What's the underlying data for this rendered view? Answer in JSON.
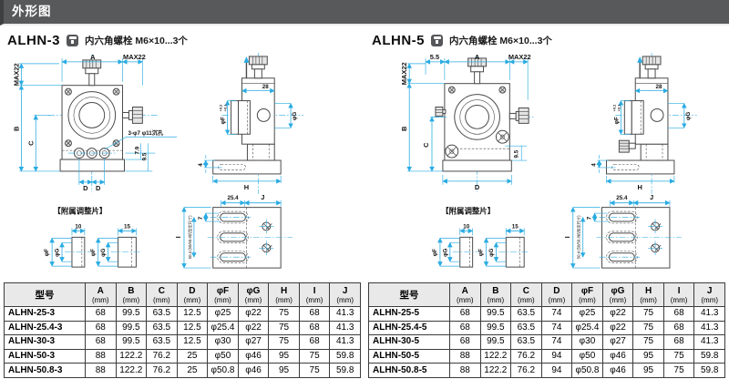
{
  "header": {
    "title": "外形图"
  },
  "unit_label": "(mm)",
  "panels": [
    {
      "title": "ALHN-3",
      "bolt_note": "内六角螺栓 M6×10...3个",
      "front": {
        "a": "A",
        "max22_top": "MAX22",
        "max22_left": "MAX22",
        "b": "B",
        "c": "C",
        "d1": "D",
        "d2": "D",
        "hole_note": "3-φ7 φ11沉孔",
        "d79": "7.9",
        "d95": "9.5"
      },
      "side": {
        "d28": "28",
        "f": "φF",
        "f_tol_u": "+0.2",
        "f_tol_l": "+0.1",
        "g": "φG",
        "d4": "4",
        "h": "H"
      },
      "bottom": {
        "d254": "25.4",
        "j": "J",
        "i": "I",
        "d7": "7",
        "note": "50.4 (50/50.8机型定尺寸)"
      },
      "shims": {
        "title": "【附属调整片】",
        "w1": "10",
        "w2": "15",
        "f": "φF",
        "g": "φG"
      },
      "table": {
        "model_header": "型号",
        "columns": [
          "A",
          "B",
          "C",
          "D",
          "φF",
          "φG",
          "H",
          "I",
          "J"
        ],
        "rows": [
          {
            "model": "ALHN-25-3",
            "values": [
              "68",
              "99.5",
              "63.5",
              "12.5",
              "φ25",
              "φ22",
              "75",
              "68",
              "41.3"
            ]
          },
          {
            "model": "ALHN-25.4-3",
            "values": [
              "68",
              "99.5",
              "63.5",
              "12.5",
              "φ25.4",
              "φ22",
              "75",
              "68",
              "41.3"
            ]
          },
          {
            "model": "ALHN-30-3",
            "values": [
              "68",
              "99.5",
              "63.5",
              "12.5",
              "φ30",
              "φ27",
              "75",
              "68",
              "41.3"
            ]
          },
          {
            "model": "ALHN-50-3",
            "values": [
              "88",
              "122.2",
              "76.2",
              "25",
              "φ50",
              "φ46",
              "95",
              "75",
              "59.8"
            ]
          },
          {
            "model": "ALHN-50.8-3",
            "values": [
              "88",
              "122.2",
              "76.2",
              "25",
              "φ50.8",
              "φ46",
              "95",
              "75",
              "59.8"
            ]
          }
        ]
      }
    },
    {
      "title": "ALHN-5",
      "bolt_note": "内六角螺栓 M6×10...3个",
      "front": {
        "d55": "5.5",
        "a": "A",
        "max22_top": "MAX22",
        "max22_left": "MAX22",
        "b": "B",
        "c": "C",
        "d": "D",
        "d95": "9.5"
      },
      "side": {
        "d28": "28",
        "f": "φF",
        "f_tol_u": "+0.2",
        "f_tol_l": "+0.1",
        "g": "φG",
        "d4": "4",
        "h": "H"
      },
      "bottom": {
        "d254": "25.4",
        "j": "J",
        "i": "I",
        "d7": "7",
        "note": "50.4 (50/50.8机型定尺寸)"
      },
      "shims": {
        "title": "【附属调整片】",
        "w1": "10",
        "w2": "15",
        "f": "φF",
        "g": "φG"
      },
      "table": {
        "model_header": "型号",
        "columns": [
          "A",
          "B",
          "C",
          "D",
          "φF",
          "φG",
          "H",
          "I",
          "J"
        ],
        "rows": [
          {
            "model": "ALHN-25-5",
            "values": [
              "68",
              "99.5",
              "63.5",
              "74",
              "φ25",
              "φ22",
              "75",
              "68",
              "41.3"
            ]
          },
          {
            "model": "ALHN-25.4-5",
            "values": [
              "68",
              "99.5",
              "63.5",
              "74",
              "φ25.4",
              "φ22",
              "75",
              "68",
              "41.3"
            ]
          },
          {
            "model": "ALHN-30-5",
            "values": [
              "68",
              "99.5",
              "63.5",
              "74",
              "φ30",
              "φ27",
              "75",
              "68",
              "41.3"
            ]
          },
          {
            "model": "ALHN-50-5",
            "values": [
              "88",
              "122.2",
              "76.2",
              "94",
              "φ50",
              "φ46",
              "95",
              "75",
              "59.8"
            ]
          },
          {
            "model": "ALHN-50.8-5",
            "values": [
              "88",
              "122.2",
              "76.2",
              "94",
              "φ50.8",
              "φ46",
              "95",
              "75",
              "59.8"
            ]
          }
        ]
      }
    }
  ]
}
